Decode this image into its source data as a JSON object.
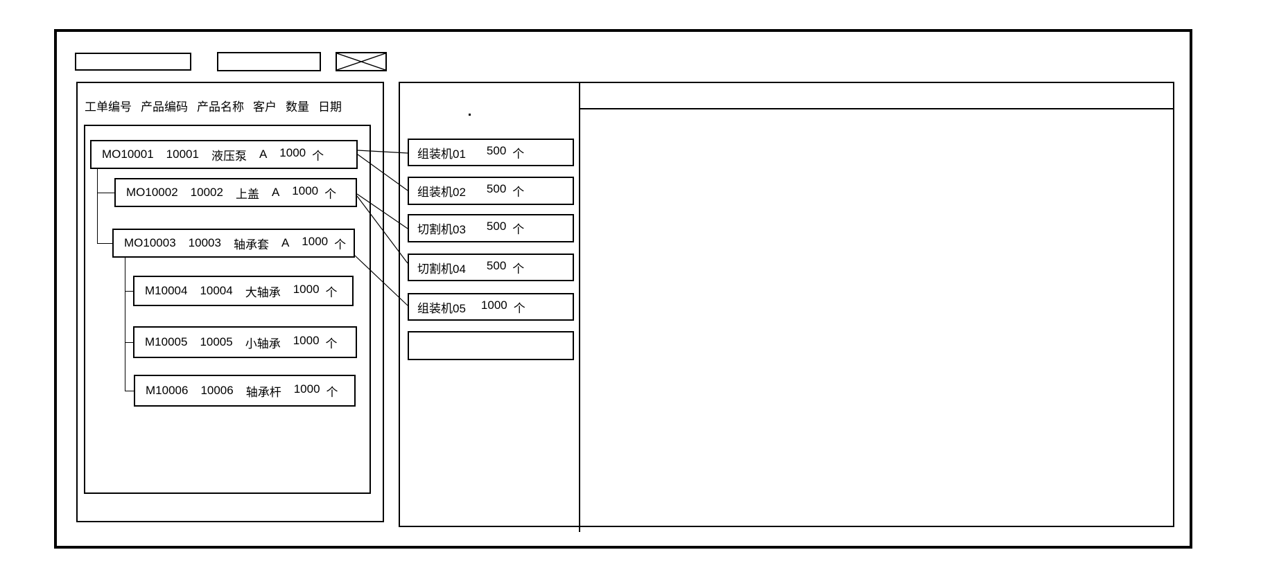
{
  "toolbar": {
    "field1_value": "",
    "field2_value": "",
    "close_icon": "x-placeholder"
  },
  "work_orders": {
    "columns": [
      "工单编号",
      "产品编码",
      "产品名称",
      "客户",
      "数量",
      "日期"
    ],
    "rows": [
      {
        "order_no": "MO10001",
        "product_code": "10001",
        "product_name": "液压泵",
        "customer": "A",
        "qty": "1000",
        "unit": "个"
      },
      {
        "order_no": "MO10002",
        "product_code": "10002",
        "product_name": "上盖",
        "customer": "A",
        "qty": "1000",
        "unit": "个"
      },
      {
        "order_no": "MO10003",
        "product_code": "10003",
        "product_name": "轴承套",
        "customer": "A",
        "qty": "1000",
        "unit": "个"
      },
      {
        "order_no": "M10004",
        "product_code": "10004",
        "product_name": "大轴承",
        "customer": "",
        "qty": "1000",
        "unit": "个"
      },
      {
        "order_no": "M10005",
        "product_code": "10005",
        "product_name": "小轴承",
        "customer": "",
        "qty": "1000",
        "unit": "个"
      },
      {
        "order_no": "M10006",
        "product_code": "10006",
        "product_name": "轴承杆",
        "customer": "",
        "qty": "1000",
        "unit": "个"
      }
    ]
  },
  "machines": {
    "rows": [
      {
        "name": "组装机01",
        "qty": "500",
        "unit": "个"
      },
      {
        "name": "组装机02",
        "qty": "500",
        "unit": "个"
      },
      {
        "name": "切割机03",
        "qty": "500",
        "unit": "个"
      },
      {
        "name": "切割机04",
        "qty": "500",
        "unit": "个"
      },
      {
        "name": "组装机05",
        "qty": "1000",
        "unit": "个"
      },
      {
        "name": "",
        "qty": "",
        "unit": ""
      }
    ]
  },
  "schedule": {}
}
